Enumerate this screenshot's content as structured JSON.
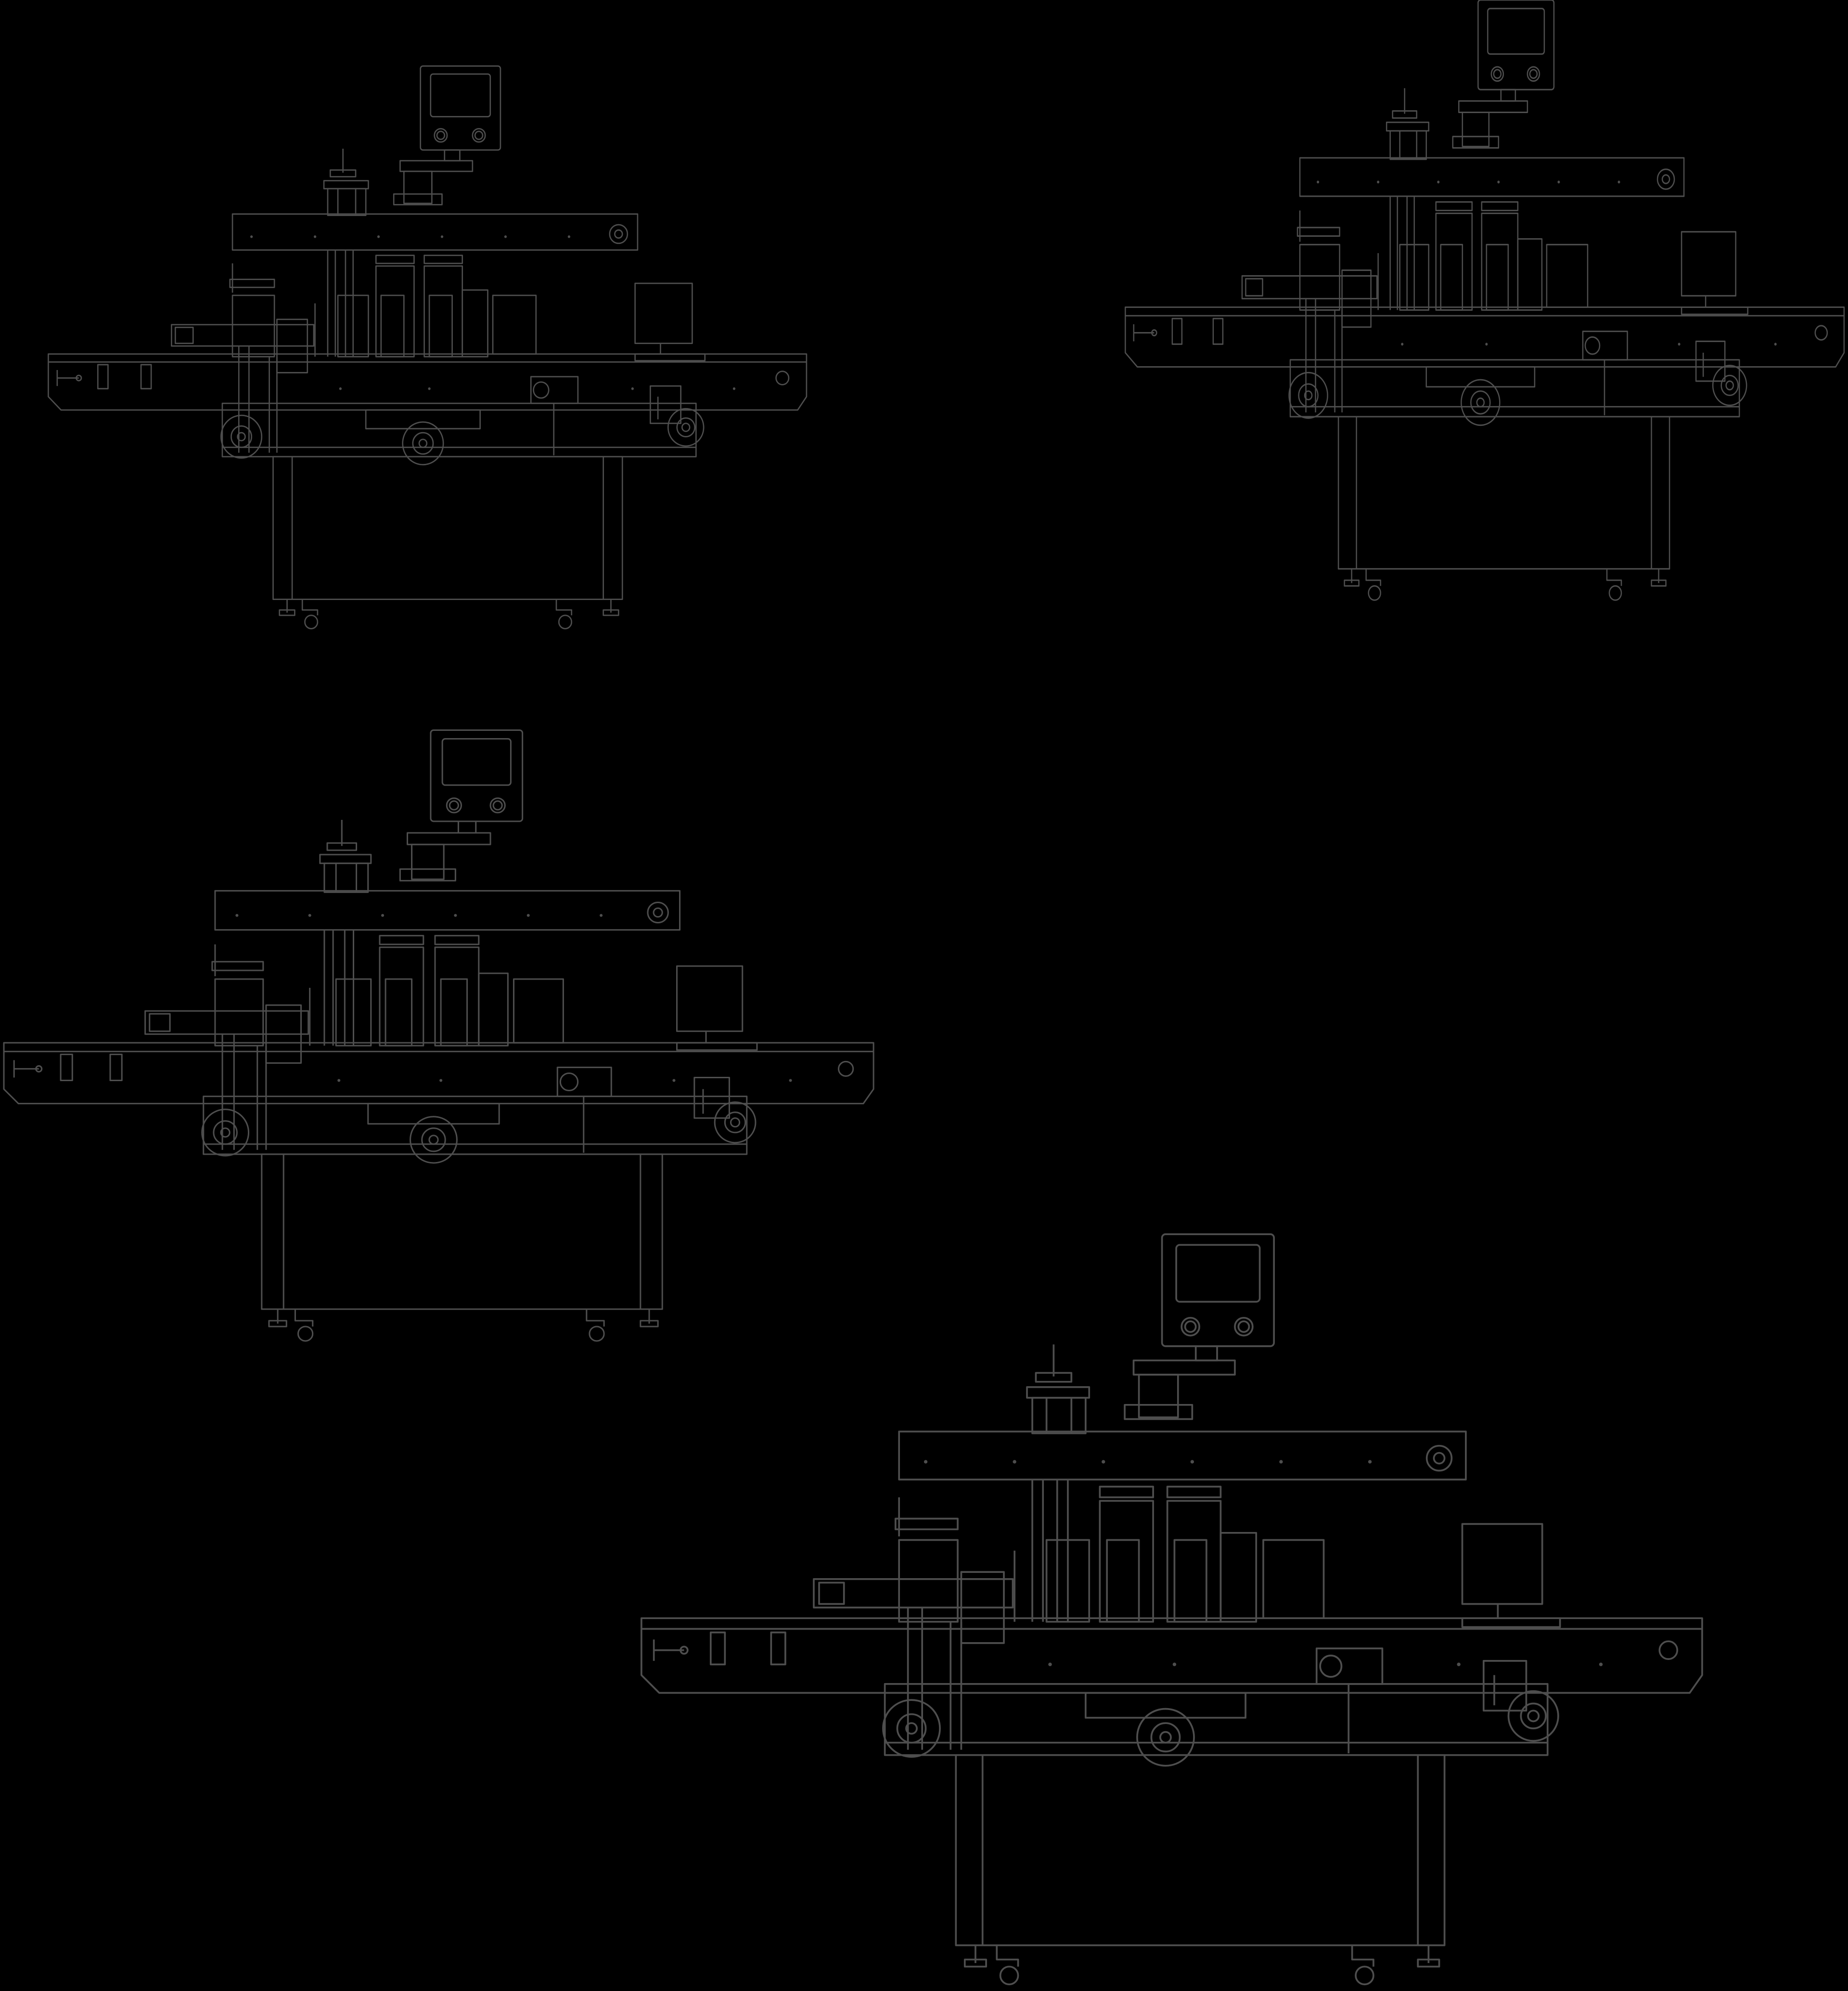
{
  "canvas": {
    "background": "#000000",
    "line_color": "#4e4e4e"
  },
  "drawings": [
    {
      "name": "labeling-machine-view-1"
    },
    {
      "name": "labeling-machine-view-2"
    },
    {
      "name": "labeling-machine-view-3"
    },
    {
      "name": "labeling-machine-view-4"
    }
  ]
}
